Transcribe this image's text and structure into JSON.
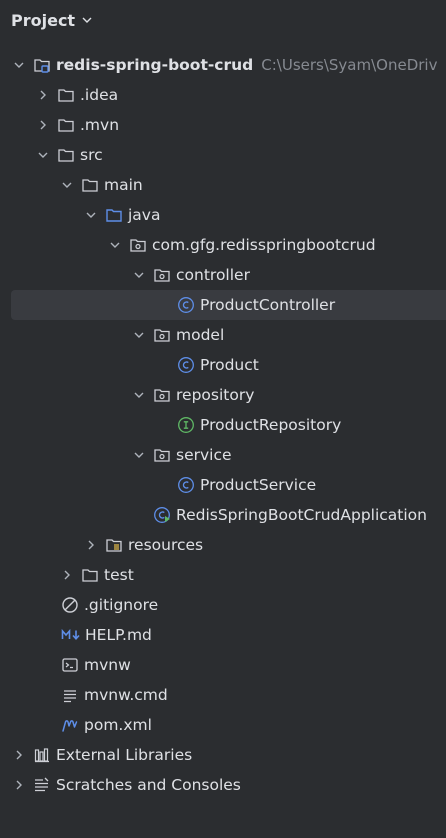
{
  "header": {
    "title": "Project"
  },
  "tree": {
    "root": {
      "label": "redis-spring-boot-crud",
      "path": "C:\\Users\\Syam\\OneDriv"
    },
    "items": [
      {
        "label": ".idea"
      },
      {
        "label": ".mvn"
      },
      {
        "label": "src"
      },
      {
        "label": "main"
      },
      {
        "label": "java"
      },
      {
        "label": "com.gfg.redisspringbootcrud"
      },
      {
        "label": "controller"
      },
      {
        "label": "ProductController"
      },
      {
        "label": "model"
      },
      {
        "label": "Product"
      },
      {
        "label": "repository"
      },
      {
        "label": "ProductRepository"
      },
      {
        "label": "service"
      },
      {
        "label": "ProductService"
      },
      {
        "label": "RedisSpringBootCrudApplication"
      },
      {
        "label": "resources"
      },
      {
        "label": "test"
      },
      {
        "label": ".gitignore"
      },
      {
        "label": "HELP.md"
      },
      {
        "label": "mvnw"
      },
      {
        "label": "mvnw.cmd"
      },
      {
        "label": "pom.xml"
      },
      {
        "label": "External Libraries"
      },
      {
        "label": "Scratches and Consoles"
      }
    ],
    "selected": "ProductController"
  },
  "colors": {
    "background": "#2b2d30",
    "selection": "#393b40",
    "text": "#dfe1e5",
    "path_text": "#868a91",
    "class_icon": "#5e8ee8",
    "interface_icon": "#5fb865",
    "java_folder": "#5e8ee8"
  },
  "icons": {
    "folder": "folder-icon",
    "module": "module-folder-icon",
    "source_folder": "source-folder-icon",
    "package": "package-icon",
    "class": "class-icon",
    "interface": "interface-icon",
    "spring_app": "spring-boot-app-icon",
    "resources": "resources-folder-icon",
    "ignore": "gitignore-icon",
    "markdown": "markdown-icon",
    "shell": "shell-script-icon",
    "text": "text-file-icon",
    "maven": "maven-icon",
    "libraries": "libraries-icon",
    "scratches": "scratches-icon"
  }
}
